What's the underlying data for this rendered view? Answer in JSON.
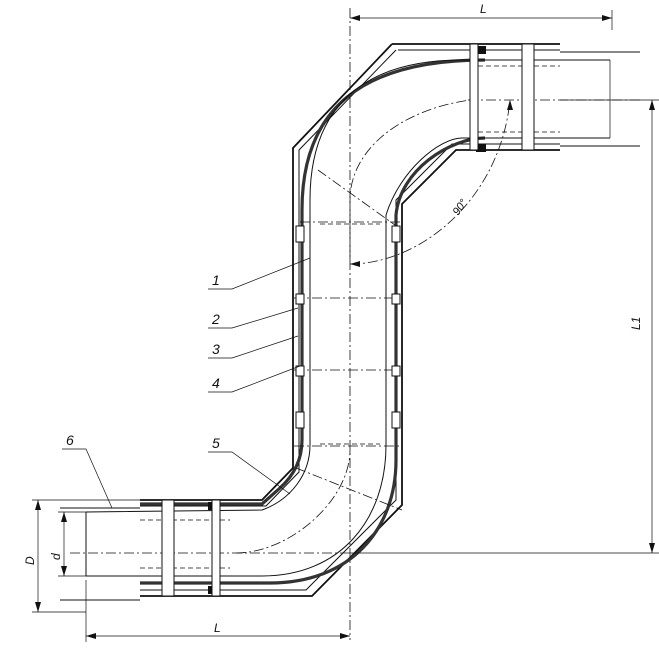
{
  "callouts": [
    {
      "id": "1",
      "text": "1"
    },
    {
      "id": "2",
      "text": "2"
    },
    {
      "id": "3",
      "text": "3"
    },
    {
      "id": "4",
      "text": "4"
    },
    {
      "id": "5",
      "text": "5"
    },
    {
      "id": "6",
      "text": "6"
    }
  ],
  "dimensions": {
    "top_length": "L",
    "bottom_length": "L",
    "height": "L1",
    "outer_diameter": "D",
    "inner_diameter": "d",
    "angle": "90°"
  }
}
